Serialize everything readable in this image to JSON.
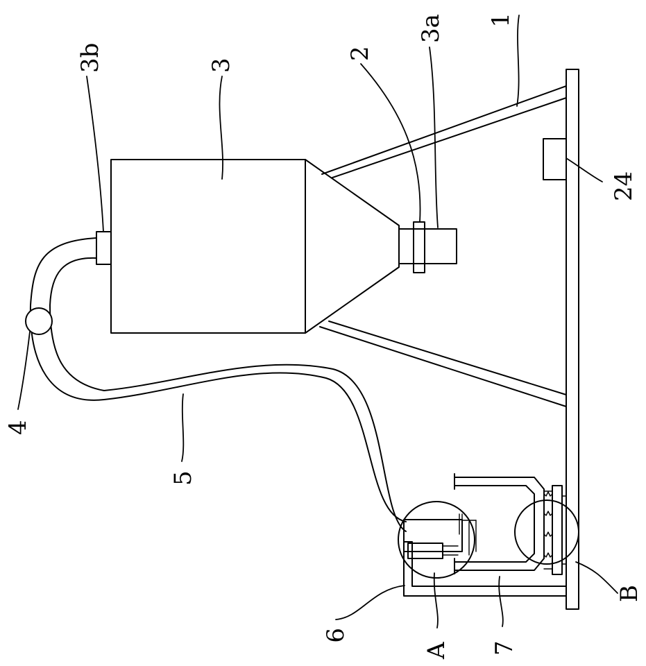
{
  "labels": {
    "frame": "1",
    "valve": "2",
    "hopper": "3",
    "outlet": "3a",
    "inlet": "3b",
    "pump": "4",
    "hose": "5",
    "bracket": "6",
    "tray_frame": "7",
    "detail_a": "A",
    "detail_b": "B",
    "sensor_box": "24"
  }
}
